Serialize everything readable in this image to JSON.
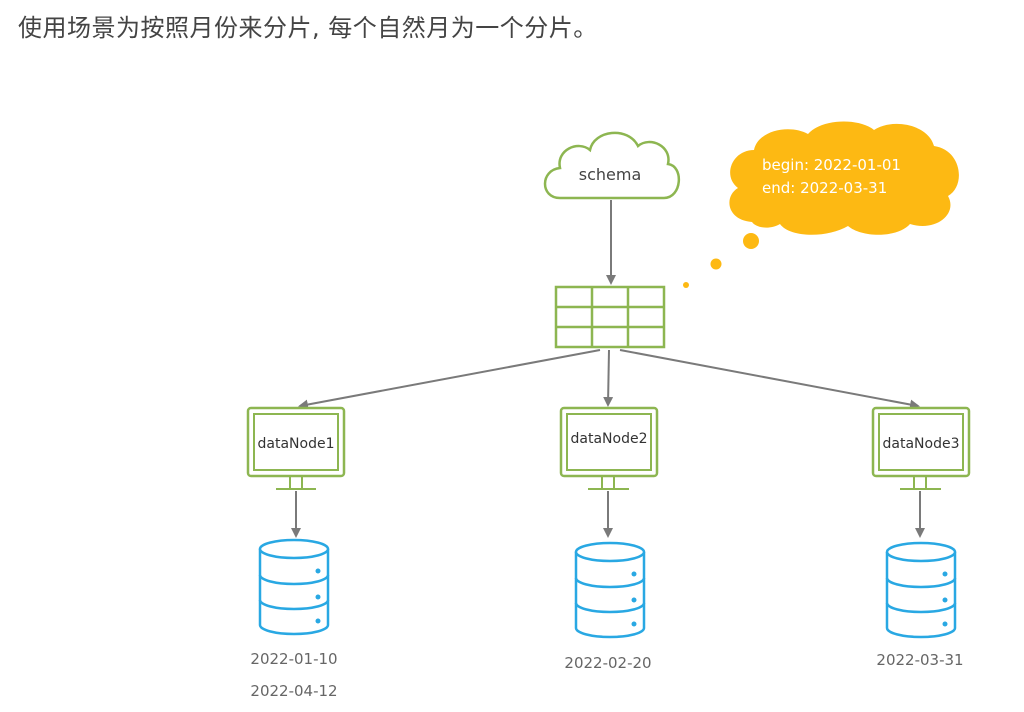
{
  "heading": "使用场景为按照月份来分片, 每个自然月为一个分片。",
  "colors": {
    "green": "#8db651",
    "blue": "#29a8e3",
    "orange": "#fdb913",
    "arrow": "#7a7a7a",
    "text": "#444444",
    "date_text": "#666666"
  },
  "schema": {
    "label": "schema"
  },
  "bubble": {
    "line1": "begin: 2022-01-01",
    "line2": "end: 2022-03-31"
  },
  "nodes": [
    {
      "label": "dataNode1",
      "dates": [
        "2022-01-10",
        "2022-04-12"
      ]
    },
    {
      "label": "dataNode2",
      "dates": [
        "2022-02-20"
      ]
    },
    {
      "label": "dataNode3",
      "dates": [
        "2022-03-31"
      ]
    }
  ]
}
